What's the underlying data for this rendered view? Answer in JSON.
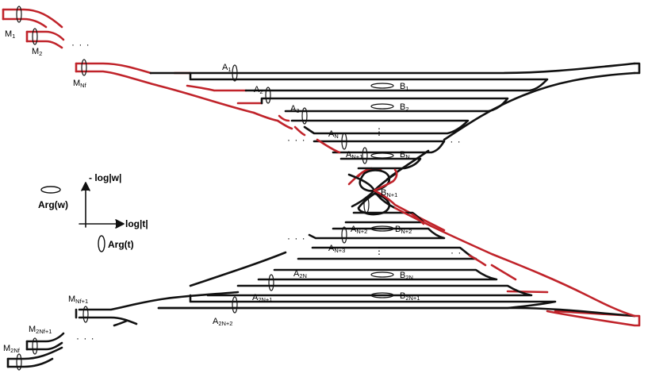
{
  "colors": {
    "black": "#111111",
    "red": "#c0232a"
  },
  "labels": {
    "A1": {
      "base": "A",
      "sub": "1"
    },
    "A2": {
      "base": "A",
      "sub": "2"
    },
    "A3": {
      "base": "A",
      "sub": "3"
    },
    "AN": {
      "base": "A",
      "sub": "N"
    },
    "AN1": {
      "base": "A",
      "sub": "N+1"
    },
    "AN2": {
      "base": "A",
      "sub": "N+2"
    },
    "AN3": {
      "base": "A",
      "sub": "N+3"
    },
    "A2N": {
      "base": "A",
      "sub": "2N"
    },
    "A2N1": {
      "base": "A",
      "sub": "2N+1"
    },
    "A2N2": {
      "base": "A",
      "sub": "2N+2"
    },
    "B1": {
      "base": "B",
      "sub": "1"
    },
    "B2": {
      "base": "B",
      "sub": "2"
    },
    "BN": {
      "base": "B",
      "sub": "N"
    },
    "BN1": {
      "base": "B",
      "sub": "N+1"
    },
    "BN2": {
      "base": "B",
      "sub": "N+2"
    },
    "B2N": {
      "base": "B",
      "sub": "2N"
    },
    "B2N1": {
      "base": "B",
      "sub": "2N+1"
    },
    "M1": {
      "base": "M",
      "sub": "1"
    },
    "M2": {
      "base": "M",
      "sub": "2"
    },
    "MNf": {
      "base": "M",
      "sub": "Nf"
    },
    "MNf1": {
      "base": "M",
      "sub": "Nf+1"
    },
    "M2Nf1": {
      "base": "M",
      "sub": "2Nf+1"
    },
    "M2Nf": {
      "base": "M",
      "sub": "2Nf"
    }
  },
  "legend": {
    "neg_log_w": "- log|w|",
    "arg_w": "Arg(w)",
    "log_t": "log|t|",
    "arg_t": "Arg(t)"
  },
  "ellipsis_h": "· · ·",
  "ellipsis_v": "⋮"
}
